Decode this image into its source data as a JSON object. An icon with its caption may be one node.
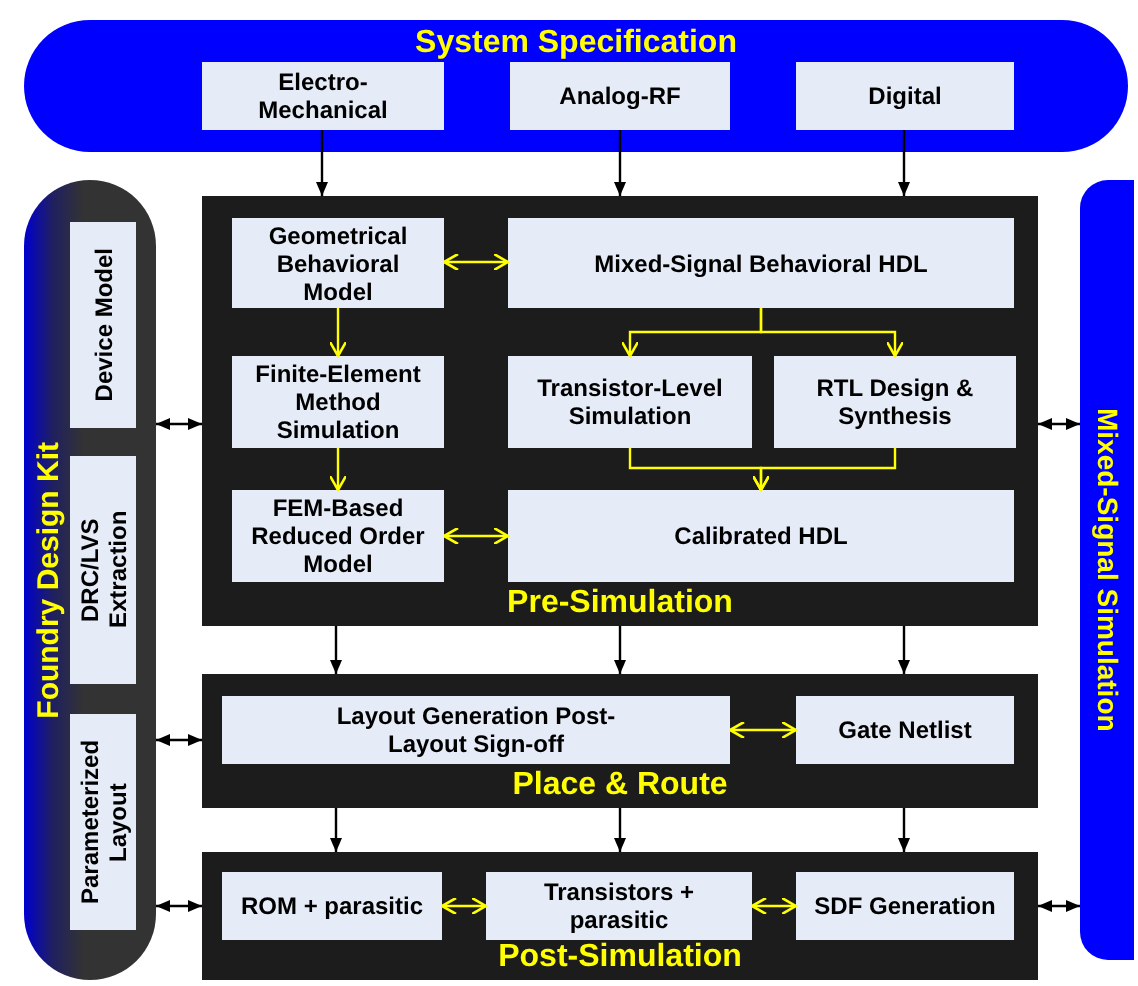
{
  "diagram": {
    "nodes": [
      {
        "text": [
          "System Specification"
        ]
      },
      {
        "text": [
          "Electro-Mechanical"
        ],
        "in": 0
      },
      {
        "text": [
          "Analog-RF"
        ],
        "in": 0
      },
      {
        "text": [
          "Digital"
        ],
        "in": 0
      },
      {
        "text": [
          "Foundry Design Kit"
        ]
      },
      {
        "text": [
          "Device Model"
        ],
        "in": 4
      },
      {
        "text": [
          "DRC/LVS Extraction"
        ],
        "in": 4
      },
      {
        "text": [
          "Parameterized Layout"
        ],
        "in": 4
      },
      {
        "text": [
          "Mixed-Signal Simulation"
        ]
      },
      {
        "text": [
          "Pre-Simulation"
        ]
      },
      {
        "text": [
          "Geometrical Behavioral Model"
        ],
        "in": 9
      },
      {
        "text": [
          "Mixed-Signal Behavioral HDL"
        ],
        "in": 9
      },
      {
        "text": [
          "Finite-Element Method Simulation"
        ],
        "in": 9
      },
      {
        "text": [
          "Transistor-Level Simulation"
        ],
        "in": 9
      },
      {
        "text": [
          "RTL Design & Synthesis"
        ],
        "in": 9
      },
      {
        "text": [
          "FEM-Based Reduced Order Model"
        ],
        "in": 9
      },
      {
        "text": [
          "Calibrated HDL"
        ],
        "in": 9
      },
      {
        "text": [
          "Place & Route"
        ]
      },
      {
        "text": [
          "Layout Generation Post-Layout Sign-off"
        ],
        "in": 17
      },
      {
        "text": [
          "Gate Netlist"
        ],
        "in": 17
      },
      {
        "text": [
          "Post-Simulation"
        ]
      },
      {
        "text": [
          "ROM + parasitic"
        ],
        "in": 20
      },
      {
        "text": [
          "Transistors + parasitic"
        ],
        "in": 20
      },
      {
        "text": [
          "SDF Generation"
        ],
        "in": 20
      }
    ],
    "edges": [
      {
        "from": 1,
        "to": 9,
        "arrow": "to"
      },
      {
        "from": 2,
        "to": 9,
        "arrow": "to"
      },
      {
        "from": 3,
        "to": 9,
        "arrow": "to"
      },
      {
        "from": 10,
        "to": 11,
        "arrow": "both",
        "color": "#ffff00"
      },
      {
        "from": 10,
        "to": 12,
        "arrow": "to",
        "color": "#ffff00"
      },
      {
        "from": 11,
        "to": 13,
        "arrow": "to",
        "color": "#ffff00"
      },
      {
        "from": 11,
        "to": 14,
        "arrow": "to",
        "color": "#ffff00"
      },
      {
        "from": 12,
        "to": 15,
        "arrow": "to",
        "color": "#ffff00"
      },
      {
        "from": 13,
        "to": 16,
        "arrow": "to",
        "color": "#ffff00"
      },
      {
        "from": 14,
        "to": 16,
        "arrow": "to",
        "color": "#ffff00"
      },
      {
        "from": 15,
        "to": 16,
        "arrow": "both",
        "color": "#ffff00"
      },
      {
        "from": 4,
        "to": 9,
        "arrow": "both"
      },
      {
        "from": 9,
        "to": 8,
        "arrow": "both"
      },
      {
        "from": 9,
        "to": 17,
        "arrow": "to"
      },
      {
        "from": 9,
        "to": 17,
        "arrow": "to"
      },
      {
        "from": 9,
        "to": 17,
        "arrow": "to"
      },
      {
        "from": 17,
        "to": 20,
        "arrow": "to"
      },
      {
        "from": 17,
        "to": 20,
        "arrow": "to"
      },
      {
        "from": 17,
        "to": 20,
        "arrow": "to"
      },
      {
        "from": 4,
        "to": 17,
        "arrow": "both"
      },
      {
        "from": 4,
        "to": 20,
        "arrow": "both"
      },
      {
        "from": 20,
        "to": 8,
        "arrow": "both"
      },
      {
        "from": 18,
        "to": 19,
        "arrow": "both",
        "color": "#ffff00"
      },
      {
        "from": 21,
        "to": 22,
        "arrow": "both",
        "color": "#ffff00"
      },
      {
        "from": 22,
        "to": 23,
        "arrow": "both",
        "color": "#ffff00"
      }
    ]
  }
}
